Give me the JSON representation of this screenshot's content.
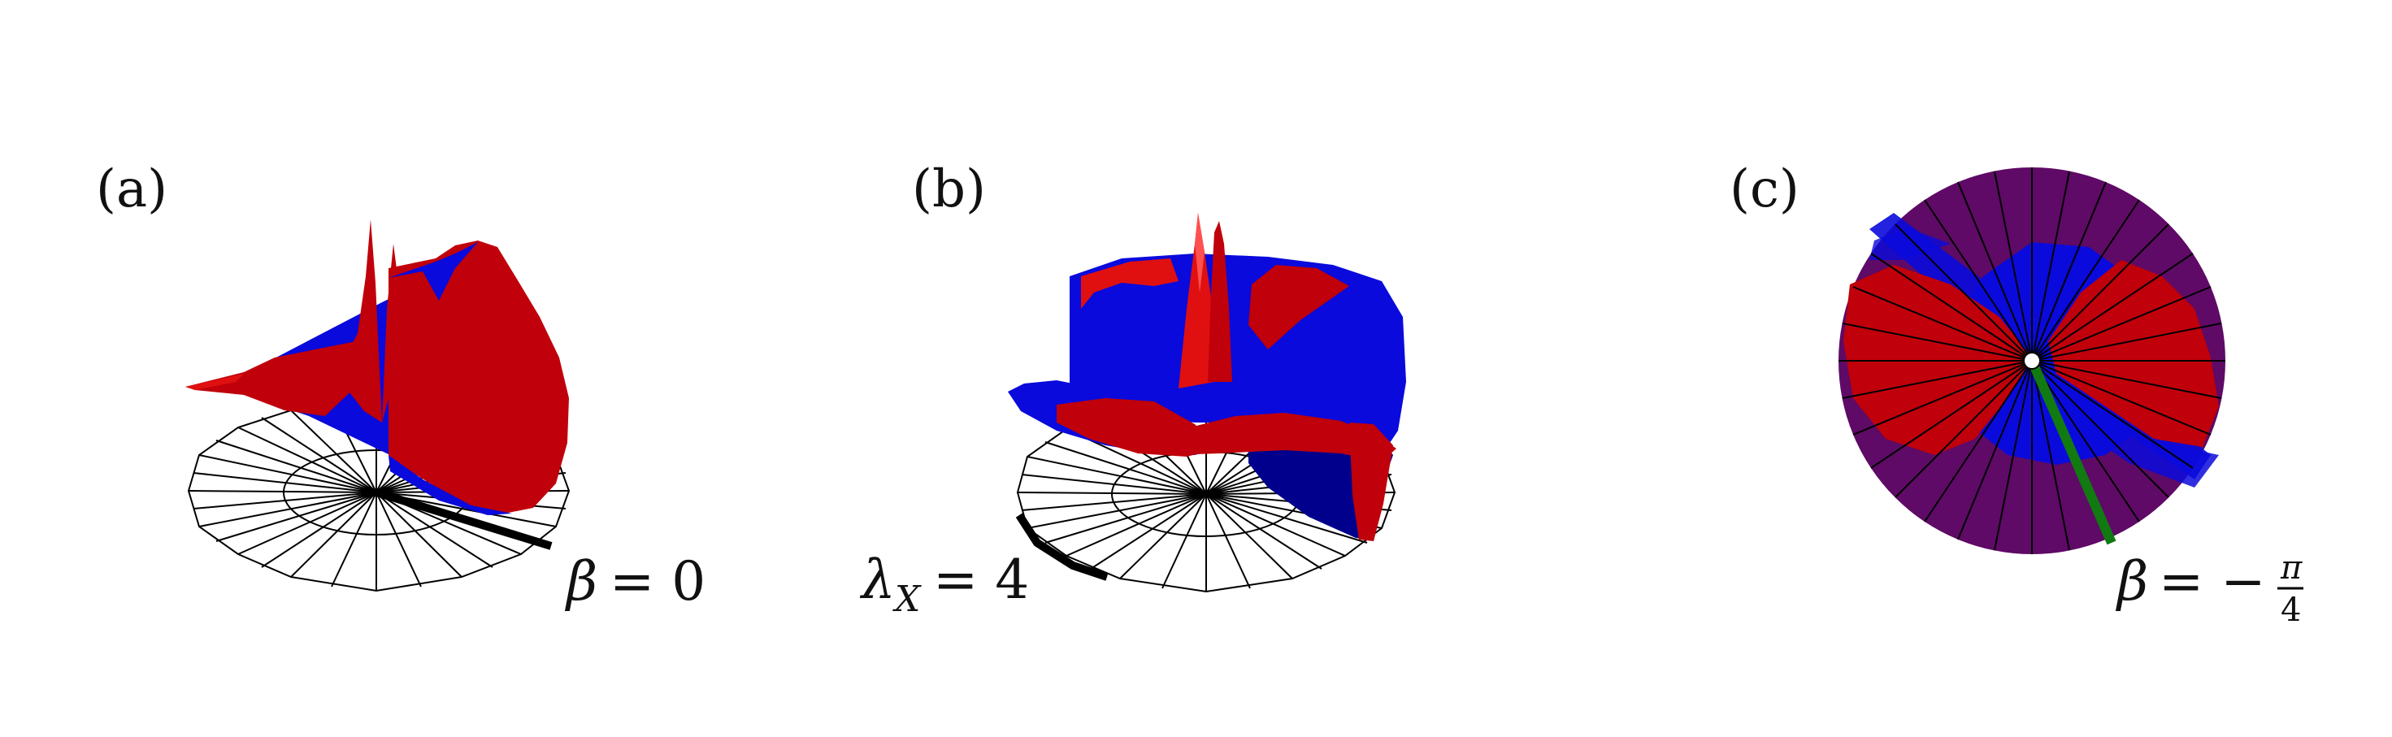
{
  "panels": [
    {
      "label": "(a)"
    },
    {
      "label": "(b)"
    },
    {
      "label": "(c)"
    }
  ],
  "annotations": {
    "a_symbol": "β",
    "a_equals": "= 0",
    "b_symbol": "λ",
    "b_subscript": "X",
    "b_equals": "= 4",
    "c_symbol": "β",
    "c_equals": "= −",
    "c_numerator": "π",
    "c_denominator": "4"
  },
  "colors": {
    "red": "#c0000a",
    "bright_red": "#e01010",
    "blue": "#0a0adc",
    "dark_blue": "#00008c",
    "purple": "#5e0a66",
    "green": "#117a11",
    "black_line": "#000000"
  }
}
